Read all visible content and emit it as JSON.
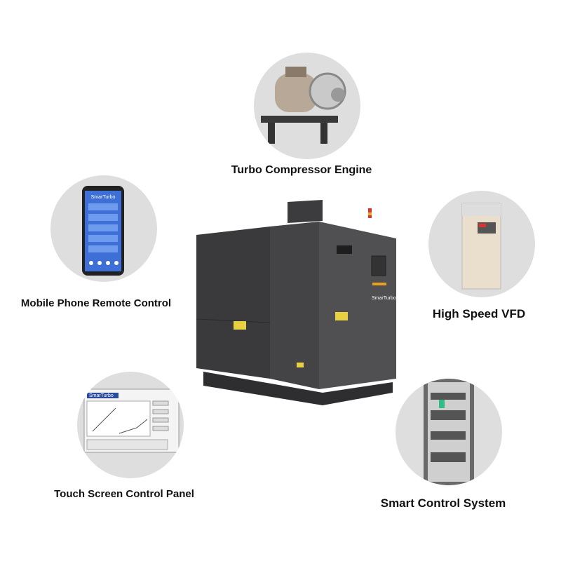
{
  "features": [
    {
      "label": "Turbo Compressor Engine",
      "icon": "turbo-compressor-image"
    },
    {
      "label": "Mobile Phone Remote Control",
      "icon": "mobile-phone-image"
    },
    {
      "label": "High Speed VFD",
      "icon": "vfd-image"
    },
    {
      "label": "Touch Screen Control Panel",
      "icon": "touch-screen-image"
    },
    {
      "label": "Smart Control System",
      "icon": "control-cabinet-image"
    }
  ],
  "machine": {
    "brand": "SmarTurbo"
  },
  "phone": {
    "app_title": "SmarTurbo"
  },
  "touch_panel": {
    "app_title": "SmarTurbo"
  },
  "colors": {
    "machine": "#4a4a4c",
    "circle": "#dedede",
    "label": "#111111"
  }
}
